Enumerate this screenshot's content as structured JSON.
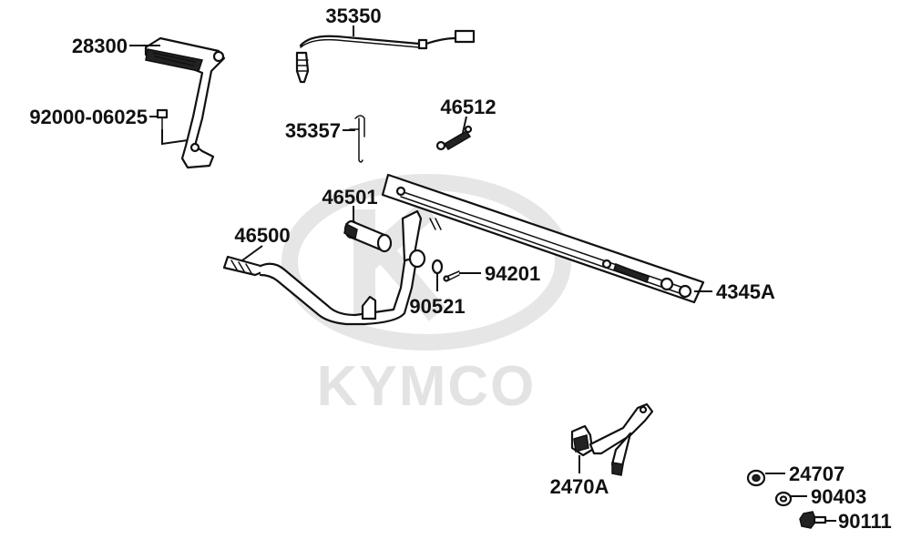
{
  "watermark": {
    "brand": "KYMCO"
  },
  "parts": [
    {
      "id": "p28300",
      "number": "28300"
    },
    {
      "id": "p92000",
      "number": "92000-06025"
    },
    {
      "id": "p35350",
      "number": "35350"
    },
    {
      "id": "p35357",
      "number": "35357"
    },
    {
      "id": "p46512",
      "number": "46512"
    },
    {
      "id": "p46501",
      "number": "46501"
    },
    {
      "id": "p46500",
      "number": "46500"
    },
    {
      "id": "p94201",
      "number": "94201"
    },
    {
      "id": "p90521",
      "number": "90521"
    },
    {
      "id": "p4345A",
      "number": "4345A"
    },
    {
      "id": "p2470A",
      "number": "2470A"
    },
    {
      "id": "p24707",
      "number": "24707"
    },
    {
      "id": "p90403",
      "number": "90403"
    },
    {
      "id": "p90111",
      "number": "90111"
    }
  ]
}
